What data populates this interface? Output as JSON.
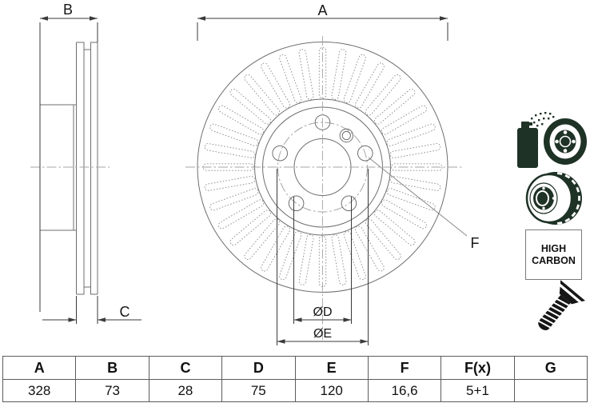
{
  "drawing": {
    "dim_labels": {
      "A": "A",
      "B": "B",
      "C": "C",
      "D": "ØD",
      "E": "ØE",
      "F": "F"
    }
  },
  "side_panel": {
    "icons": [
      "spray-coating-icon",
      "vented-disc-3d-icon",
      "high-carbon-badge",
      "countersunk-screw-icon"
    ],
    "high_carbon": {
      "line1": "HIGH",
      "line2": "CARBON"
    }
  },
  "table": {
    "headers": [
      "A",
      "B",
      "C",
      "D",
      "E",
      "F",
      "F(x)",
      "G"
    ],
    "values": [
      "328",
      "73",
      "28",
      "75",
      "120",
      "16,6",
      "5+1",
      ""
    ]
  },
  "colors": {
    "drawing_line": "#6f6f6f",
    "dimension_line": "#3a3a3a",
    "centerline": "#a6a6a6",
    "icon_dark": "#1e3226",
    "table_border": "#5c5c5c"
  }
}
